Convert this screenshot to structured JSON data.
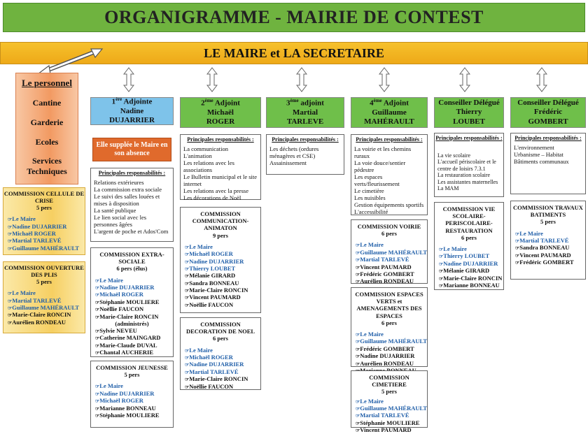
{
  "title": "ORGANIGRAMME - MAIRIE DE CONTEST",
  "maire": "LE MAIRE et LA SECRETAIRE",
  "personnel": {
    "title": "Le personnel",
    "items": [
      "Cantine",
      "Garderie",
      "Ecoles",
      "Services Techniques"
    ]
  },
  "cellule_crise": {
    "title": "COMMISSION CELLULE DE CRISE",
    "count": "5 pers",
    "members": [
      "Le Maire",
      "Nadine DUJARRIER",
      "Michaël ROGER",
      "Martial TARLEVÉ",
      "Guillaume MAHÉRAULT"
    ]
  },
  "ouverture_plis": {
    "title": "COMMISSION OUVERTURE DES PLIS",
    "count": "5 pers",
    "members": [
      "Le Maire",
      "Martial TARLEVÉ",
      "Guillaume MAHÉRAULT",
      "Marie-Claire RONCIN",
      "Aurélien RONDEAU"
    ]
  },
  "resp_title": "Principales responsabilités :",
  "adj1": {
    "role_sup": "ère",
    "role_num": "1",
    "role": "Adjointe",
    "name1": "Nadine",
    "name2": "DUJARRIER",
    "note": "Elle supplée le Maire en son absence",
    "resp": [
      "Relations extérieures",
      "La commission extra sociale",
      "Le suivi des salles louées et mises à disposition",
      "La santé publique",
      "Le lien social avec les personnes âgées",
      "L'argent de poche et Ados'Com"
    ],
    "comm1": {
      "title": "COMMISSION EXTRA-SOCIALE",
      "count": "6 pers (élus)",
      "members": [
        "Le Maire",
        "Nadine DUJARRIER",
        "Michaël ROGER",
        "Stéphanie MOULIERE",
        "Noëllie FAUCON",
        "Marie-Claire RONCIN"
      ],
      "sub": "(administrés)",
      "members2": [
        "Sylvie NEVEU",
        "Catherine MAINGARD",
        "Marie-Claude DUVAL",
        "Chantal AUCHERIE"
      ]
    },
    "comm2": {
      "title": "COMMISSION JEUNESSE",
      "count": "5 pers",
      "members": [
        "Le Maire",
        "Nadine DUJARRIER",
        "Michaël ROGER",
        "Marianne BONNEAU",
        "Stéphanie MOULIERE"
      ]
    }
  },
  "adj2": {
    "role_sup": "ème",
    "role_num": "2",
    "role": "Adjoint",
    "name1": "Michaël",
    "name2": "ROGER",
    "resp": [
      "La communication",
      "L'animation",
      "Les relations avec les associations",
      "Le Bulletin municipal et le site internet",
      "Les relations avec la presse",
      "Les décorations de Noël"
    ],
    "comm1": {
      "title": "COMMISSION COMMUNICATION-ANIMATON",
      "count": "9 pers",
      "members": [
        "Le Maire",
        "Michaël ROGER",
        "Nadine DUJARRIER",
        "Thierry LOUBET",
        "Mélanie GIRARD",
        "Sandra BONNEAU",
        "Marie-Claire RONCIN",
        "Vincent PAUMARD",
        "Noëllie FAUCON"
      ]
    },
    "comm2": {
      "title": "COMMISSION DECORATION DE NOEL",
      "count": "6 pers",
      "members": [
        "Le Maire",
        "Michaël ROGER",
        "Nadine DUJARRIER",
        "Martial TARLEVÉ",
        "Marie-Claire RONCIN",
        "Noëllie FAUCON"
      ]
    }
  },
  "adj3": {
    "role_sup": "ème",
    "role_num": "3",
    "role": "adjoint",
    "name1": "Martial",
    "name2": "TARLEVE",
    "resp": [
      "Les déchets (ordures ménagères et CSE)",
      "Assainissement"
    ]
  },
  "adj4": {
    "role_sup": "ème",
    "role_num": "4",
    "role": "Adjoint",
    "name1": "Guillaume",
    "name2": "MAHÉRAULT",
    "resp": [
      "La voirie et les chemins ruraux",
      "La voie douce/sentier pédestre",
      "Les espaces verts/fleurissement",
      "Le cimetière",
      "Les nuisibles",
      "Gestion équipements sportifs",
      "L'accessibilité"
    ],
    "comm1": {
      "title": "COMMISSION VOIRIE",
      "count": "6 pers",
      "members": [
        "Le Maire",
        "Guillaume MAHÉRAULT",
        "Martial TARLEVÉ",
        "Vincent PAUMARD",
        "Frédéric GOMBERT",
        "Aurélien RONDEAU"
      ]
    },
    "comm2": {
      "title": "COMMISSION ESPACES VERTS et AMENAGEMENTS DES ESPACES",
      "count": "6 pers",
      "members": [
        "Le Maire",
        "Guillaume MAHÉRAULT",
        "Frédéric GOMBERT",
        "Nadine DUJARRIER",
        "Aurélien RONDEAU",
        "Marianne BONNEAU"
      ]
    },
    "comm3": {
      "title": "COMMISSION CIMETIERE",
      "count": "5 pers",
      "members": [
        "Le Maire",
        "Guillaume MAHÉRAULT",
        "Martial TARLEVÉ",
        "Stéphanie MOULIERE",
        "Vincent PAUMARD"
      ]
    }
  },
  "cons1": {
    "role": "Conseiller Délégué",
    "name1": "Thierry",
    "name2": "LOUBET",
    "resp_title": "Principales responsabilités :",
    "resp": [
      "La vie scolaire",
      "L'accueil périscolaire et le centre de loisirs 7.3.1",
      "La restauration scolaire",
      "Les assistantes maternelles",
      "La MAM"
    ],
    "comm1": {
      "title": "COMMISSION VIE SCOLAIRE-PERISCOLAIRE-RESTAURATION",
      "count": "6 pers",
      "members": [
        "Le Maire",
        "Thierry LOUBET",
        "Nadine DUJARRIER",
        "Mélanie GIRARD",
        "Marie-Claire RONCIN",
        "Marianne BONNEAU"
      ]
    }
  },
  "cons2": {
    "role": "Conseiller Délégué",
    "name1": "Frédéric",
    "name2": "GOMBERT",
    "resp_title": "Principales responsabilités :",
    "resp": [
      "L'environnement",
      "Urbanisme – Habitat",
      "Bâtiments communaux"
    ],
    "comm1": {
      "title": "COMMISSION TRAVAUX BATIMENTS",
      "count": "5 pers",
      "members": [
        "Le Maire",
        "Martial TARLEVÉ",
        "Sandra BONNEAU",
        "Vincent PAUMARD",
        "Frédéric GOMBERT"
      ]
    }
  },
  "colors": {
    "title_bg": "#6fb33f",
    "maire_bg": "#f2b01f",
    "blue": "#7ec3ea",
    "green": "#6fbf4a",
    "orange": "#e06a2c",
    "member_blue": "#1f5ea8"
  }
}
